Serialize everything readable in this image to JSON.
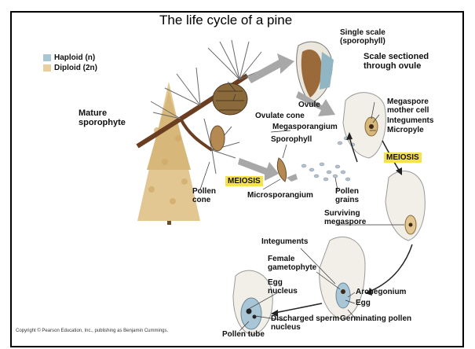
{
  "title": "The life cycle of a pine",
  "legend": {
    "haploid": {
      "label": "Haploid (n)",
      "color": "#a9c6d6"
    },
    "diploid": {
      "label": "Diploid (2n)",
      "color": "#e8cfa0"
    }
  },
  "labels": {
    "mature_sporophyte": "Mature sporophyte",
    "single_scale": "Single scale (sporophyll)",
    "scale_sectioned": "Scale sectioned through ovule",
    "ovule": "Ovule",
    "ovulate_cone": "Ovulate cone",
    "megasporangium": "Megasporangium",
    "megaspore_mother_cell": "Megaspore mother cell",
    "integuments_top": "Integuments",
    "micropyle": "Micropyle",
    "sporophyll": "Sporophyll",
    "meiosis_left": "MEIOSIS",
    "meiosis_right": "MEIOSIS",
    "pollen_cone": "Pollen cone",
    "microsporangium": "Microsporangium",
    "pollen_grains": "Pollen grains",
    "surviving_megaspore": "Surviving megaspore",
    "integuments_bottom": "Integuments",
    "female_gametophyte": "Female gametophyte",
    "egg_nucleus": "Egg nucleus",
    "archegonium": "Archegonium",
    "egg": "Egg",
    "discharged_sperm_nucleus": "Discharged sperm nucleus",
    "germinating_pollen": "Germinating pollen",
    "pollen_tube": "Pollen tube"
  },
  "copyright": "Copyright © Pearson Education, Inc., publishing as Benjamin Cummings."
}
